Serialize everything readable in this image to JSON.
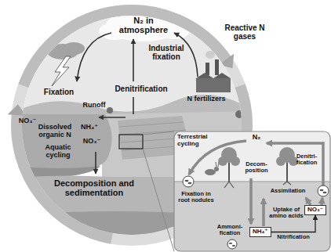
{
  "diagram": {
    "nodes": [
      {
        "text": [
          "Terrestrial cycling"
        ]
      },
      {
        "text": [
          "NO₃⁻"
        ],
        "in": 0
      },
      {
        "text": [
          "NH₄⁺"
        ],
        "in": 0
      }
    ],
    "edges": [
      {
        "from": 2,
        "to": 1,
        "arrow": "to",
        "label": "Nitrification"
      }
    ],
    "labels": [
      "N₂ in atmosphere",
      "Reactive N gases",
      "Industrial fixation",
      "Denitrification",
      "N fertilizers",
      "Fixation",
      "NO₃⁻",
      "Dissolved organic N",
      "NH₄⁺",
      "Aquatic cycling",
      "Runoff",
      "NO₃⁻",
      "Decomposition and sedimentation",
      "N₂",
      "Denitri- fication",
      "Decom- position",
      "Assimilation",
      "Fixation in root nodules",
      "Uptake of amino acids",
      "Ammoni- fication"
    ]
  }
}
